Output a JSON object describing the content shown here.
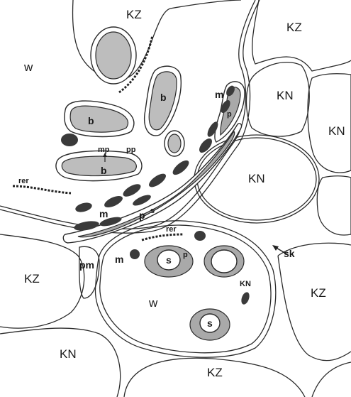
{
  "labels": {
    "kz_top": "KZ",
    "kz_top_right": "KZ",
    "w_left": "w",
    "kn_right_upper": "KN",
    "kn_right_far": "KN",
    "kn_center": "KN",
    "kz_left": "KZ",
    "pm": "pm",
    "w_lower": "w",
    "kn_lower_small": "KN",
    "kz_right_lower": "KZ",
    "kn_bottom_left": "KN",
    "kz_bottom": "KZ",
    "sk": "śk",
    "b1": "b",
    "b2": "b",
    "b3": "b",
    "mp": "mp",
    "pp": "pp",
    "rer_left": "rer",
    "rer_lower": "rer",
    "m_upper": "m",
    "p_upper": "p",
    "m_mid": "m",
    "p_mid": "p",
    "s_mid": "s",
    "m_lower": "m",
    "s_lower1": "s",
    "p_lower": "p",
    "s_lower2": "s"
  },
  "colors": {
    "ink": "#1a1a1a",
    "plastid_fill": "#bdbdbd",
    "starch_fill": "#a9a9a9",
    "mitochondria": "#3a3a3a"
  }
}
